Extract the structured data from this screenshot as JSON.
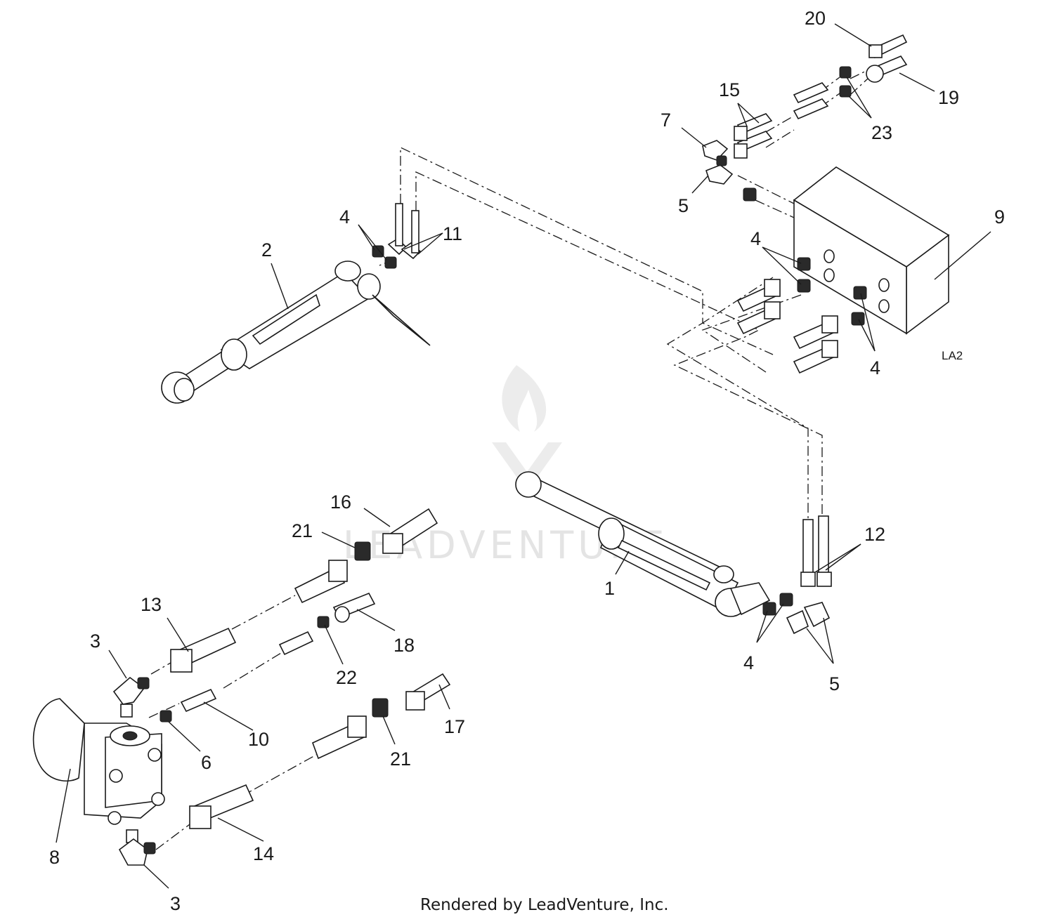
{
  "diagram": {
    "figure_code": "LA2",
    "footer": "Rendered by LeadVenture, Inc.",
    "watermark": "LEADVENTURE",
    "callouts": [
      {
        "id": "c20",
        "text": "20"
      },
      {
        "id": "c15",
        "text": "15"
      },
      {
        "id": "c19",
        "text": "19"
      },
      {
        "id": "c7",
        "text": "7"
      },
      {
        "id": "c23",
        "text": "23"
      },
      {
        "id": "c5a",
        "text": "5"
      },
      {
        "id": "c9",
        "text": "9"
      },
      {
        "id": "c4a",
        "text": "4"
      },
      {
        "id": "c11",
        "text": "11"
      },
      {
        "id": "c2",
        "text": "2"
      },
      {
        "id": "c4b",
        "text": "4"
      },
      {
        "id": "c4c",
        "text": "4"
      },
      {
        "id": "c16",
        "text": "16"
      },
      {
        "id": "c21a",
        "text": "21"
      },
      {
        "id": "c12",
        "text": "12"
      },
      {
        "id": "c1",
        "text": "1"
      },
      {
        "id": "c13",
        "text": "13"
      },
      {
        "id": "c18",
        "text": "18"
      },
      {
        "id": "c3a",
        "text": "3"
      },
      {
        "id": "c22",
        "text": "22"
      },
      {
        "id": "c4d",
        "text": "4"
      },
      {
        "id": "c5b",
        "text": "5"
      },
      {
        "id": "c17",
        "text": "17"
      },
      {
        "id": "c10",
        "text": "10"
      },
      {
        "id": "c6",
        "text": "6"
      },
      {
        "id": "c21b",
        "text": "21"
      },
      {
        "id": "c8",
        "text": "8"
      },
      {
        "id": "c14",
        "text": "14"
      },
      {
        "id": "c3b",
        "text": "3"
      }
    ]
  }
}
